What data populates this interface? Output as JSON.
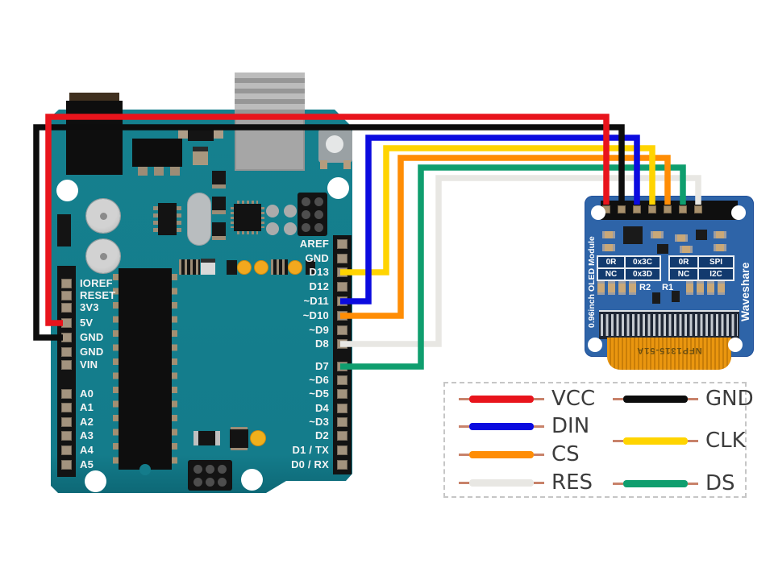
{
  "diagram": {
    "description": "Arduino UNO wired to Waveshare 0.96inch OLED module with color-coded jumper wires"
  },
  "arduino": {
    "left_pins": [
      "IOREF",
      "RESET",
      "3V3",
      "5V",
      "GND",
      "GND",
      "VIN",
      "A0",
      "A1",
      "A2",
      "A3",
      "A4",
      "A5"
    ],
    "right_pins": [
      "AREF",
      "GND",
      "D13",
      "D12",
      "~D11",
      "~D10",
      "~D9",
      "D8",
      "D7",
      "~D6",
      "~D5",
      "D4",
      "~D3",
      "D2",
      "D1 / TX",
      "D0 / RX"
    ],
    "board_color": "#147c8b"
  },
  "oled": {
    "left_edge_label": "0.96inch OLED Module",
    "right_edge_label": "Waveshare",
    "config_tables": [
      {
        "rows": [
          [
            "0R",
            "0x3C"
          ],
          [
            "NC",
            "0x3D"
          ]
        ]
      },
      {
        "rows": [
          [
            "0R",
            "SPI"
          ],
          [
            "NC",
            "I2C"
          ]
        ]
      }
    ],
    "resistor_labels": [
      "R2",
      "R1"
    ],
    "flex_cable_label": "NFP1315-51A",
    "board_color": "#2e64a8"
  },
  "legend": {
    "columns": [
      {
        "items": [
          {
            "label": "VCC",
            "color": "#e8141c"
          },
          {
            "label": "DIN",
            "color": "#0b0bdf"
          },
          {
            "label": "CS",
            "color": "#ff8d05"
          },
          {
            "label": "RES",
            "color": "#e8e7e3"
          }
        ]
      },
      {
        "items": [
          {
            "label": "GND",
            "color": "#0d0d0d"
          },
          {
            "label": "CLK",
            "color": "#ffd400"
          },
          {
            "label": "DS",
            "color": "#0f9e6e"
          }
        ]
      }
    ]
  },
  "wires": [
    {
      "name": "VCC",
      "color": "#e8141c",
      "from": "5V",
      "to": "OLED pin 1"
    },
    {
      "name": "GND",
      "color": "#0d0d0d",
      "from": "GND",
      "to": "OLED pin 2"
    },
    {
      "name": "DIN",
      "color": "#0b0bdf",
      "from": "~D11",
      "to": "OLED pin 3"
    },
    {
      "name": "CLK",
      "color": "#ffd400",
      "from": "D13",
      "to": "OLED pin 4"
    },
    {
      "name": "CS",
      "color": "#ff8d05",
      "from": "~D10",
      "to": "OLED pin 5"
    },
    {
      "name": "DS",
      "color": "#0f9e6e",
      "from": "D7",
      "to": "OLED pin 6"
    },
    {
      "name": "RES",
      "color": "#e8e7e3",
      "from": "D8",
      "to": "OLED pin 7"
    }
  ]
}
